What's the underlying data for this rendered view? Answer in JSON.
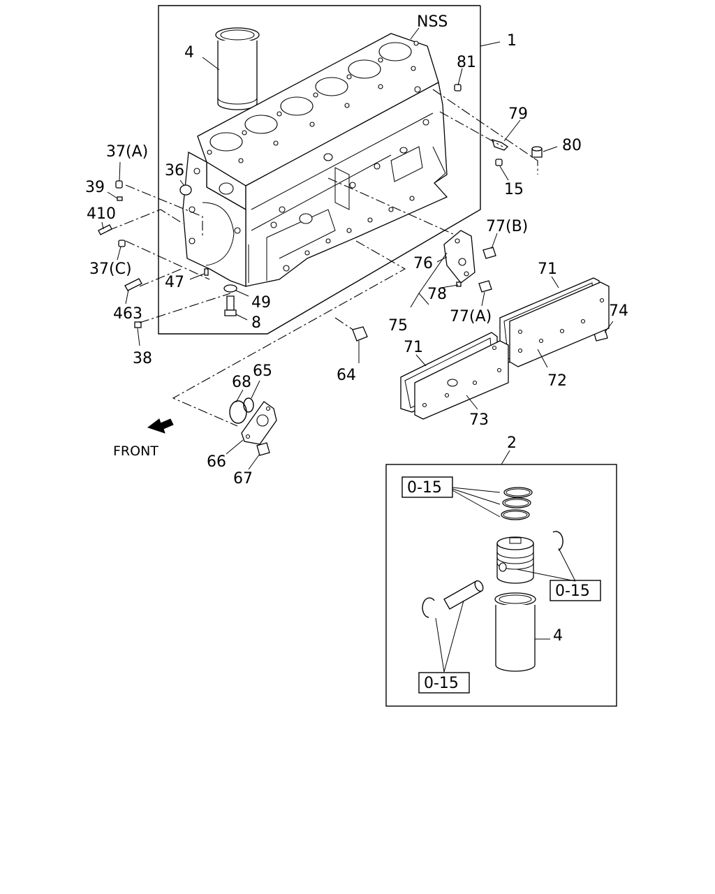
{
  "labels": {
    "nss": "NSS",
    "p1": "1",
    "p4_top": "4",
    "p81": "81",
    "p79": "79",
    "p80": "80",
    "p15": "15",
    "p37a": "37(A)",
    "p36": "36",
    "p39": "39",
    "p410": "410",
    "p37c": "37(C)",
    "p47": "47",
    "p463": "463",
    "p49": "49",
    "p8": "8",
    "p38": "38",
    "p77b": "77(B)",
    "p76": "76",
    "p78": "78",
    "p77a": "77(A)",
    "p75": "75",
    "p71_top": "71",
    "p74": "74",
    "p71_left": "71",
    "p72": "72",
    "p73": "73",
    "p64": "64",
    "p68": "68",
    "p65": "65",
    "p66": "66",
    "p67": "67",
    "front": "FRONT",
    "p2": "2",
    "p4_bottom": "4",
    "kit_rings": "0-15",
    "kit_clip_right": "0-15",
    "kit_clip_left": "0-15"
  },
  "icons": {
    "front_arrow": "arrow-left-down-icon"
  }
}
